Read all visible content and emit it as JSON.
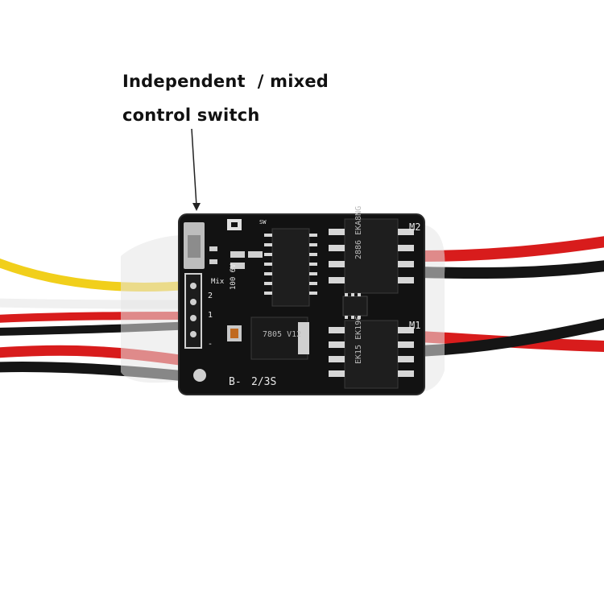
{
  "caption": {
    "line1": "Independent  / mixed",
    "line2": "control switch"
  },
  "board": {
    "label_top_right": "M2",
    "label_mid_right": "M1",
    "label_bottom_left": "B-",
    "label_bottom_mid": "2/3S",
    "label_sw": "SW",
    "label_mix": "Mix",
    "label_cap": "100 6V",
    "label_ch1": "1",
    "label_ch2": "2",
    "label_minus": "-",
    "chip_top": "2886 EKA8NG",
    "chip_bottom": "EK15 EK196",
    "chip_reg": "7805 V12"
  },
  "colors": {
    "pcb": "#121212",
    "wire_red": "#d81c1c",
    "wire_black": "#161616",
    "wire_yellow": "#f1cf1b",
    "wire_white": "#eeeeee"
  }
}
